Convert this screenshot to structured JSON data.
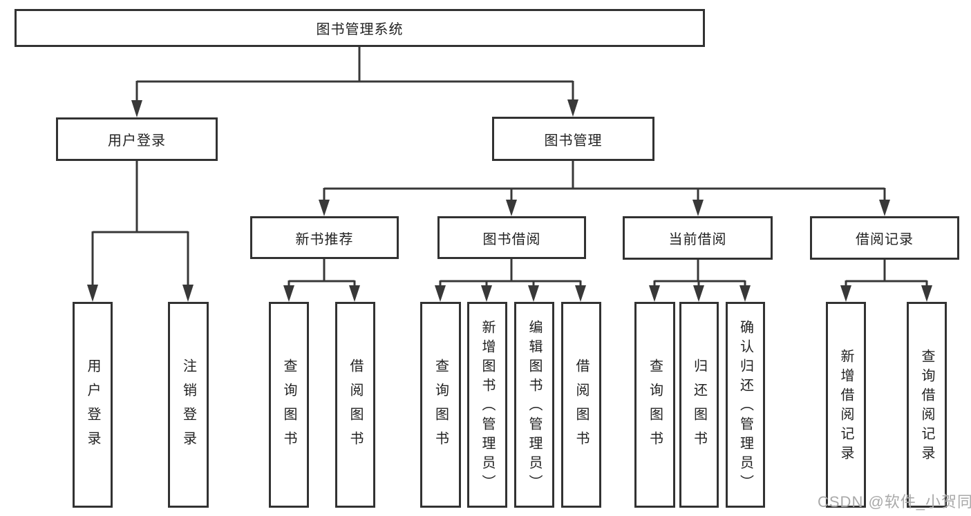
{
  "diagram": {
    "root": {
      "label": "图书管理系统"
    },
    "branches": [
      {
        "label": "用户登录",
        "children": [
          {
            "label": "用户登录"
          },
          {
            "label": "注销登录"
          }
        ]
      },
      {
        "label": "图书管理",
        "children": [
          {
            "label": "新书推荐",
            "children": [
              {
                "label": "查询图书"
              },
              {
                "label": "借阅图书"
              }
            ]
          },
          {
            "label": "图书借阅",
            "children": [
              {
                "label": "查询图书"
              },
              {
                "label": "新增图书（管理员）"
              },
              {
                "label": "编辑图书（管理员）"
              },
              {
                "label": "借阅图书"
              }
            ]
          },
          {
            "label": "当前借阅",
            "children": [
              {
                "label": "查询图书"
              },
              {
                "label": "归还图书"
              },
              {
                "label": "确认归还（管理员）"
              }
            ]
          },
          {
            "label": "借阅记录",
            "children": [
              {
                "label": "新增借阅记录"
              },
              {
                "label": "查询借阅记录"
              }
            ]
          }
        ]
      }
    ]
  },
  "watermark": {
    "text": "CSDN @软件_小贺同学"
  },
  "colors": {
    "line": "#383838",
    "box_border": "#323232",
    "text": "#222222",
    "watermark_text": "#a9a9a9",
    "background": "#ffffff"
  }
}
